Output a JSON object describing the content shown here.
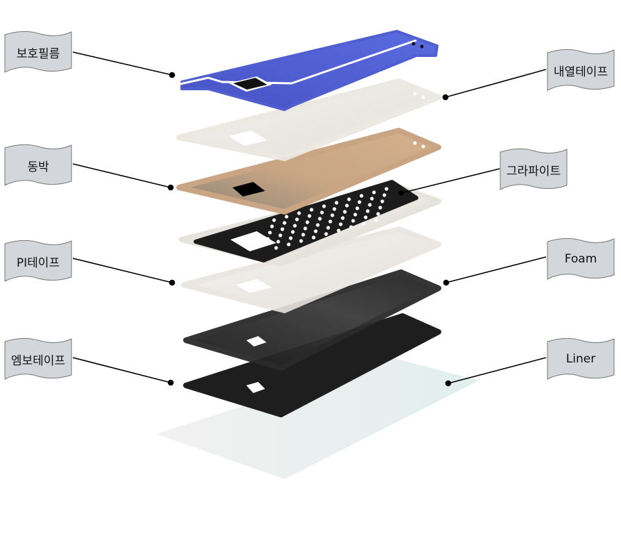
{
  "title": "Exploded layer diagram",
  "labels_left": [
    "보호필름",
    "동박",
    "PI테이프",
    "엠보테이프"
  ],
  "labels_right": [
    "내열테이프",
    "그라파이트",
    "Foam",
    "Liner"
  ],
  "colors": {
    "protective_film": "#4f5fd0",
    "copper": "#c9a584",
    "dark_layer": "#1d1d1d",
    "light_layer": "#ece9e4",
    "liner": "#e3eeee",
    "flag": "#d3d6da"
  }
}
